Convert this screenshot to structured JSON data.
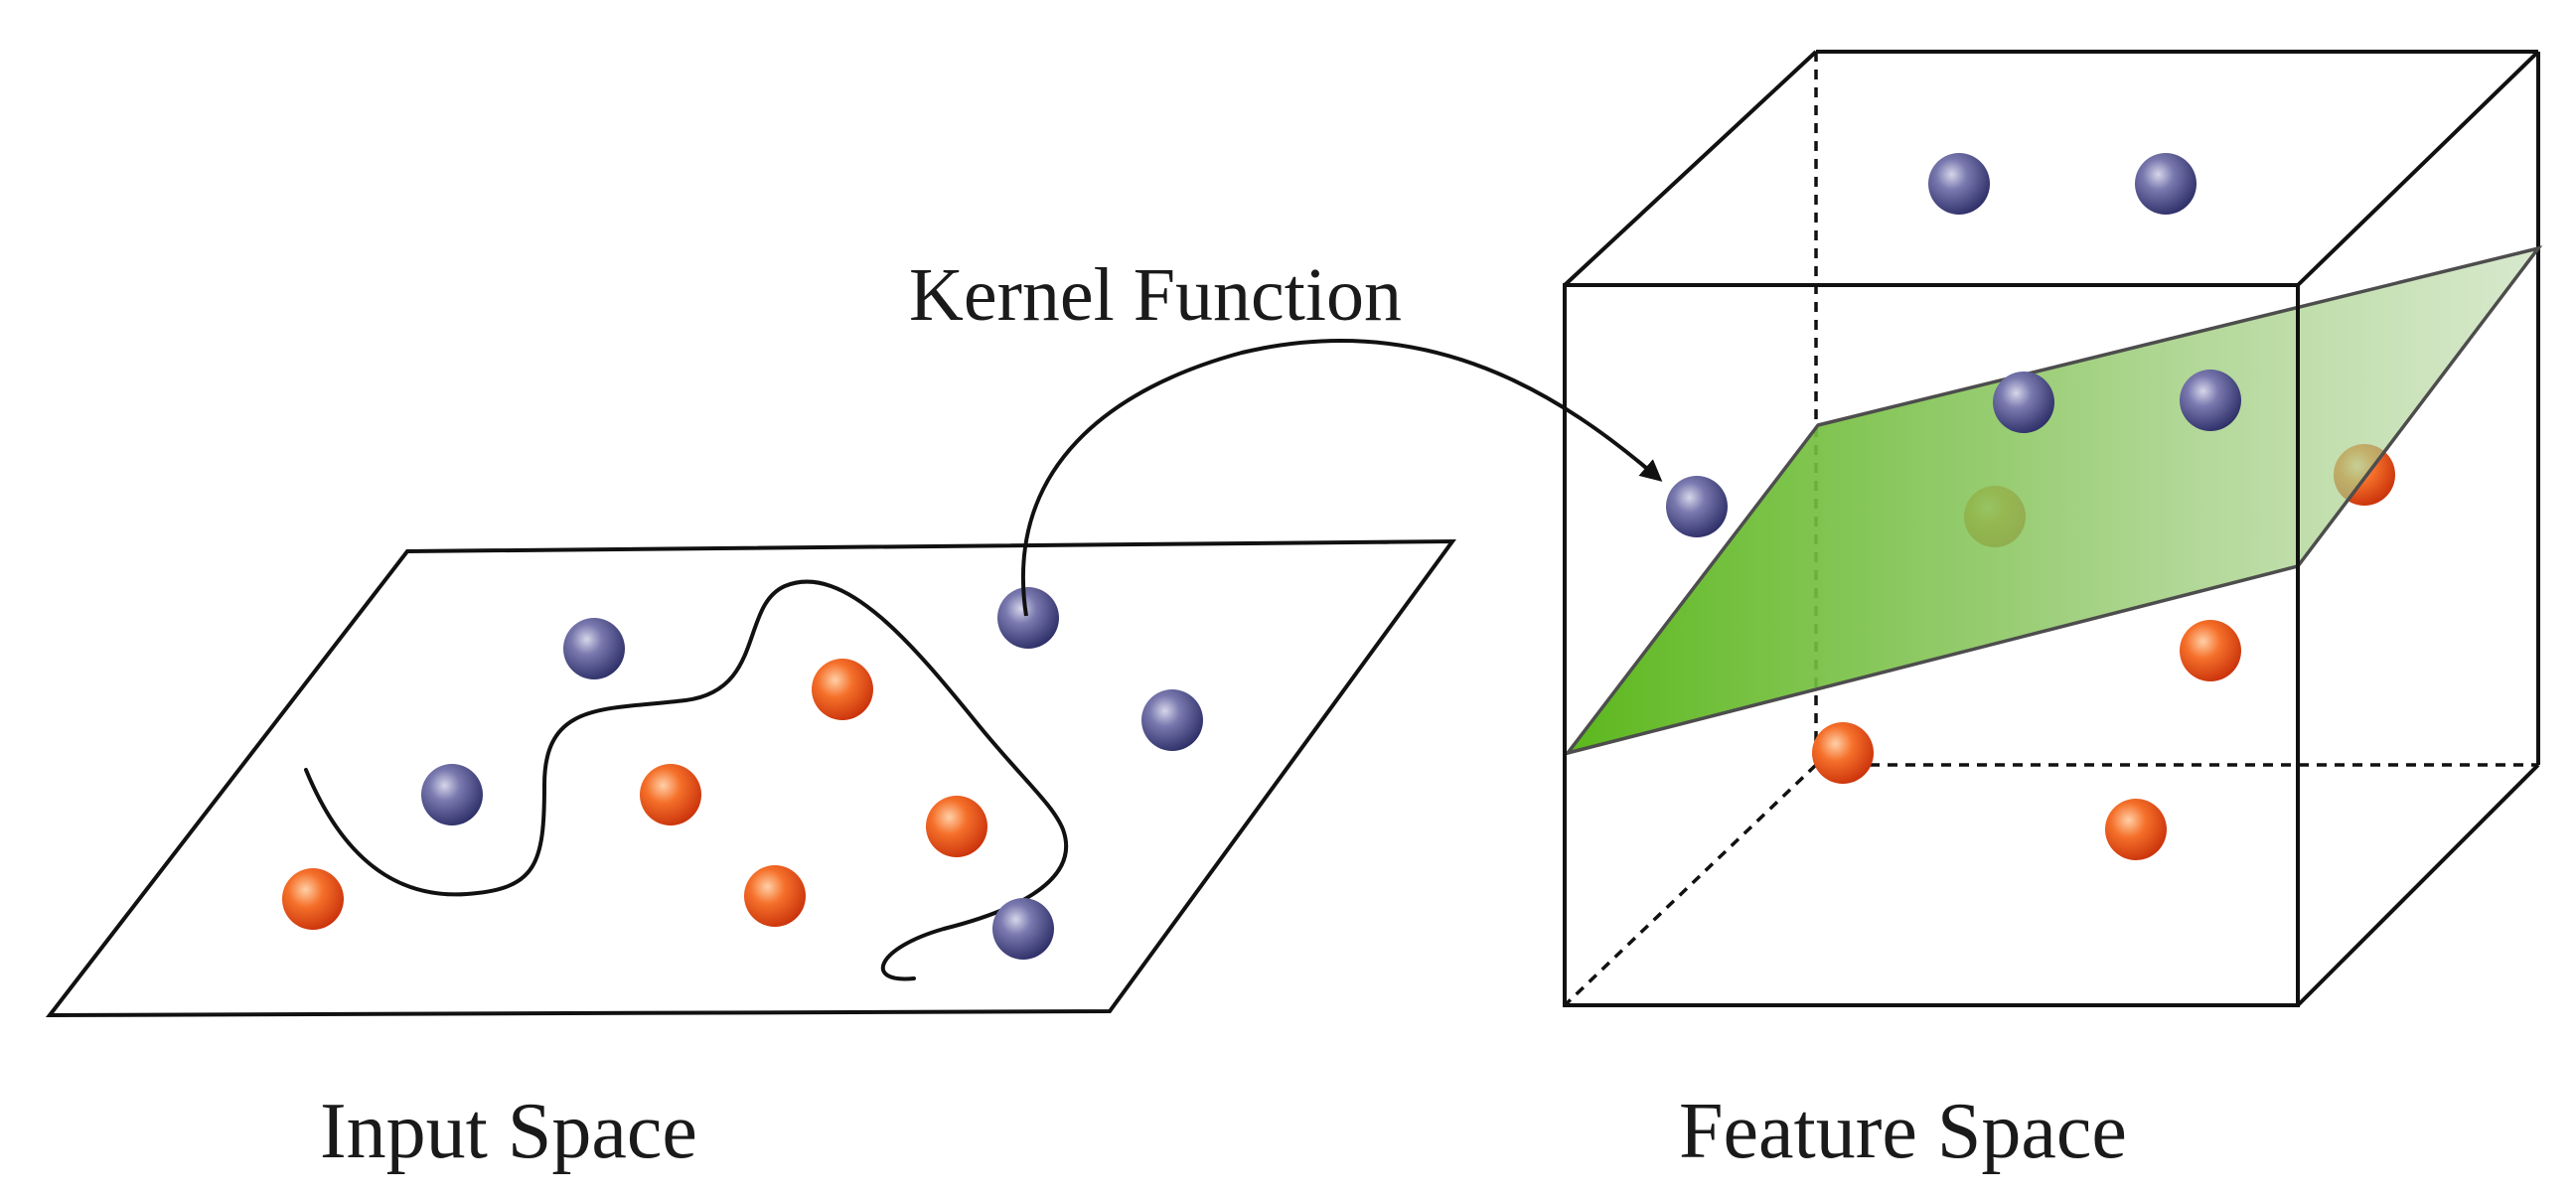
{
  "labels": {
    "kernel_function": "Kernel Function",
    "input_space": "Input Space",
    "feature_space": "Feature Space"
  },
  "colors": {
    "class_a": "#4b4b8c",
    "class_b": "#e8501c",
    "separating_plane": "#6abf2a",
    "outline": "#111111"
  },
  "input_space": {
    "points": [
      {
        "cls": "a"
      },
      {
        "cls": "a"
      },
      {
        "cls": "a"
      },
      {
        "cls": "a"
      },
      {
        "cls": "a"
      },
      {
        "cls": "b"
      },
      {
        "cls": "b"
      },
      {
        "cls": "b"
      },
      {
        "cls": "b"
      },
      {
        "cls": "b"
      }
    ]
  },
  "feature_space": {
    "points": [
      {
        "cls": "a"
      },
      {
        "cls": "a"
      },
      {
        "cls": "a"
      },
      {
        "cls": "a"
      },
      {
        "cls": "a"
      },
      {
        "cls": "b"
      },
      {
        "cls": "b"
      },
      {
        "cls": "b"
      },
      {
        "cls": "b"
      },
      {
        "cls": "b"
      }
    ]
  }
}
